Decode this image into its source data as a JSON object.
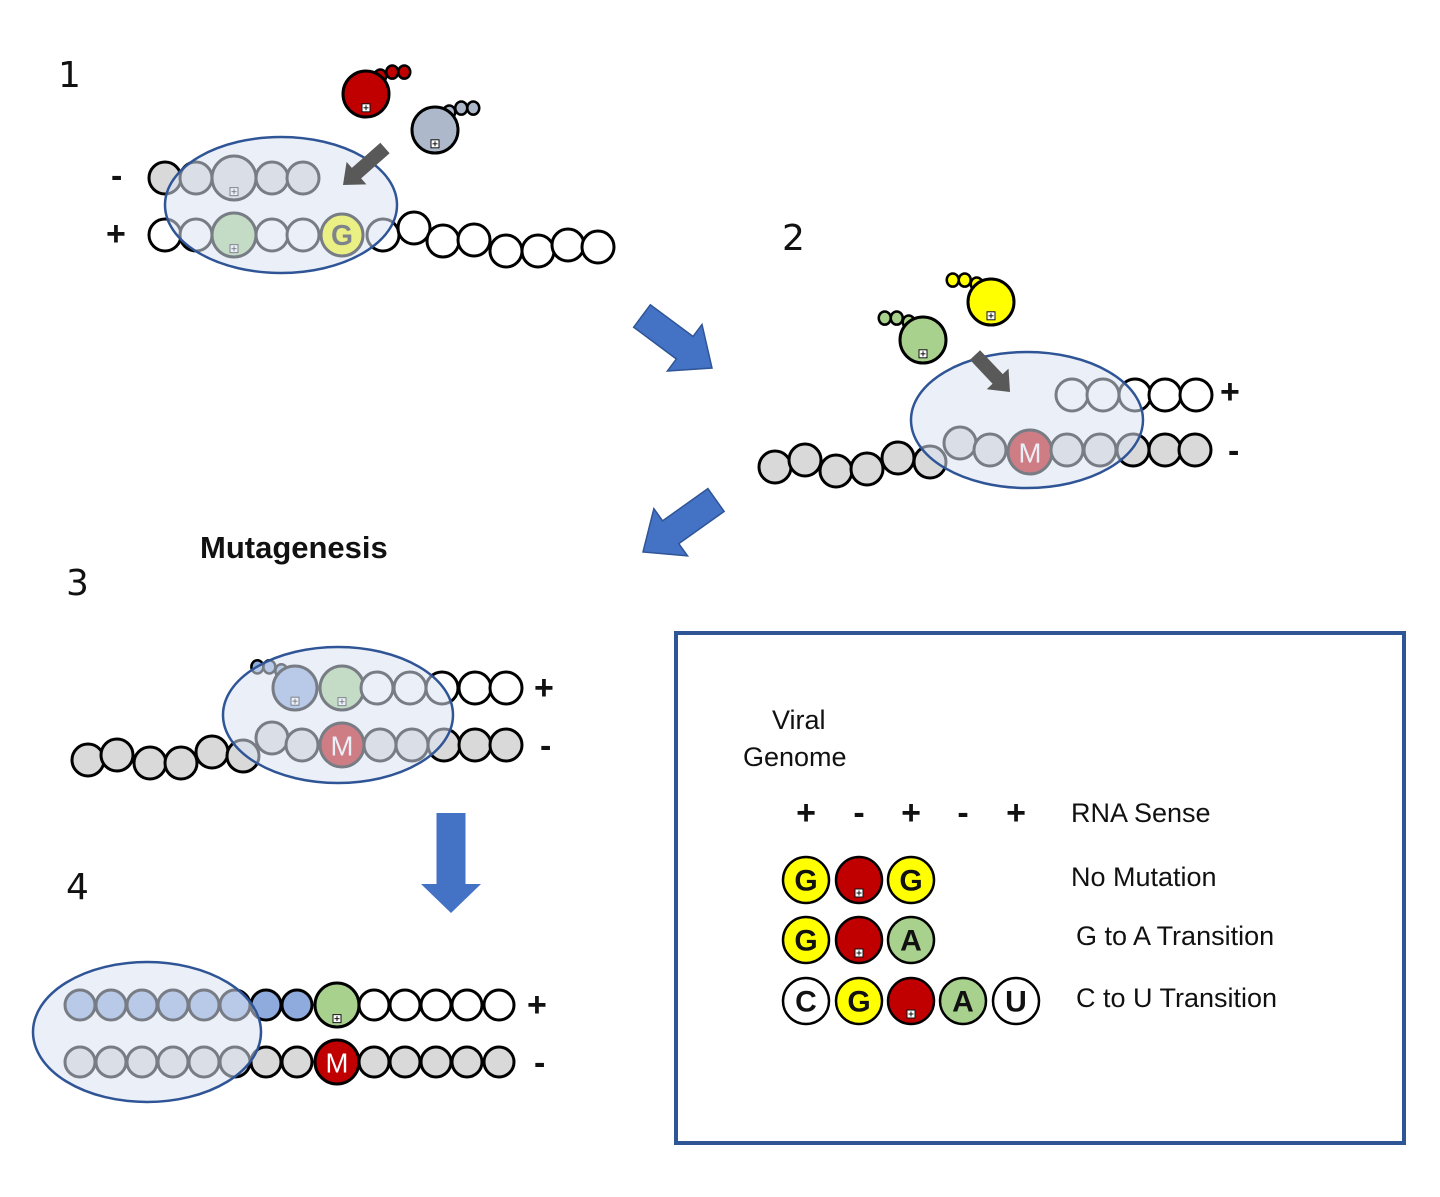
{
  "colors": {
    "red": "#c00000",
    "gray_nucleotide": "#d9d9d9",
    "slate": "#adb9ca",
    "green": "#a9d18e",
    "yellow": "#ffff00",
    "blue_nucleotide": "#8faadc",
    "polymerase_fill": "#dae3f3",
    "polymerase_stroke": "#2f5597",
    "flow_arrow": "#4472c4",
    "incoming_arrow": "#595959",
    "legend_border": "#2f5597",
    "white": "#ffffff"
  },
  "title": "Mutagenesis",
  "steps": [
    {
      "number": "1",
      "minus_label": "-",
      "plus_label": "+",
      "minus_strand": [
        "gray",
        "gray",
        "gray-nucleotide-incorporated",
        "gray",
        "gray"
      ],
      "plus_strand": [
        "white",
        "white",
        "green-incorporated",
        "white",
        "white",
        "G",
        "white",
        "white",
        "white",
        "white",
        "white",
        "white",
        "white",
        "white"
      ],
      "incoming": [
        {
          "kind": "triphosphate",
          "color": "red"
        },
        {
          "kind": "triphosphate",
          "color": "slate"
        }
      ]
    },
    {
      "number": "2",
      "plus_label": "+",
      "minus_label": "-",
      "plus_strand": [
        "white",
        "white",
        "white",
        "white",
        "white"
      ],
      "minus_strand": [
        "gray",
        "gray",
        "gray",
        "gray",
        "gray",
        "gray",
        "gray",
        "gray",
        "M",
        "gray",
        "gray",
        "gray",
        "gray",
        "gray"
      ],
      "incoming": [
        {
          "kind": "triphosphate",
          "color": "green"
        },
        {
          "kind": "triphosphate",
          "color": "yellow"
        }
      ]
    },
    {
      "number": "3",
      "plus_label": "+",
      "minus_label": "-",
      "plus_strand": [
        "blue-triphosphate",
        "green-incorporated",
        "white",
        "white",
        "white",
        "white",
        "white"
      ],
      "minus_strand": [
        "gray",
        "gray",
        "gray",
        "gray",
        "gray",
        "gray",
        "gray",
        "gray",
        "M",
        "gray",
        "gray",
        "gray",
        "gray",
        "gray"
      ]
    },
    {
      "number": "4",
      "plus_label": "+",
      "minus_label": "-",
      "plus_strand": [
        "blue",
        "blue",
        "blue",
        "blue",
        "blue",
        "blue",
        "blue",
        "blue",
        "green-incorporated",
        "white",
        "white",
        "white",
        "white",
        "white"
      ],
      "minus_strand": [
        "gray",
        "gray",
        "gray",
        "gray",
        "gray",
        "gray",
        "gray",
        "gray",
        "M",
        "gray",
        "gray",
        "gray",
        "gray",
        "gray"
      ]
    }
  ],
  "mutation_marker": "M",
  "legend": {
    "header_line1": "Viral",
    "header_line2": "Genome",
    "senses": [
      "+",
      "-",
      "+",
      "-",
      "+"
    ],
    "sense_label": "RNA Sense",
    "rows": [
      {
        "label": "No Mutation",
        "bases": [
          {
            "letter": "G",
            "color": "yellow"
          },
          {
            "letter": "",
            "color": "red",
            "marker": true
          },
          {
            "letter": "G",
            "color": "yellow"
          }
        ]
      },
      {
        "label": "G to A Transition",
        "bases": [
          {
            "letter": "G",
            "color": "yellow"
          },
          {
            "letter": "",
            "color": "red",
            "marker": true
          },
          {
            "letter": "A",
            "color": "green"
          }
        ]
      },
      {
        "label": "C to U Transition",
        "bases": [
          {
            "letter": "C",
            "color": "white"
          },
          {
            "letter": "G",
            "color": "yellow"
          },
          {
            "letter": "",
            "color": "red",
            "marker": true
          },
          {
            "letter": "A",
            "color": "green"
          },
          {
            "letter": "U",
            "color": "white"
          }
        ]
      }
    ]
  }
}
